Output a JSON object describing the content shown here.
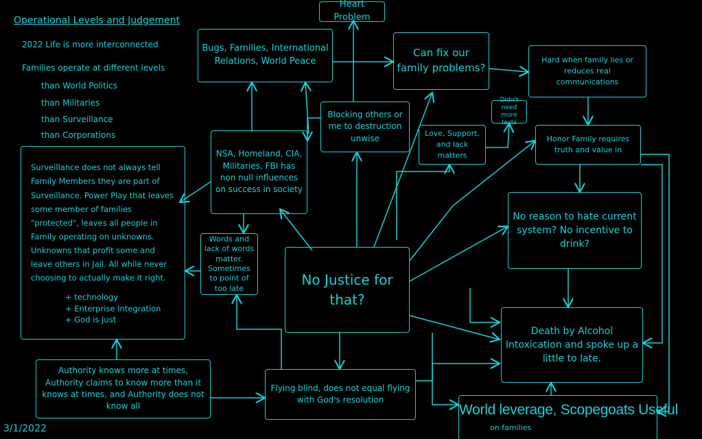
{
  "accent_color": "#19d4d8",
  "notes": {
    "title": "Operational Levels and Judgement",
    "line1": "2022 Life is more interconnected",
    "line2": "Families operate at different levels",
    "items": [
      "than World Politics",
      "than Militaries",
      "than Surveillance",
      "than Corporations"
    ]
  },
  "date": "3/1/2022",
  "nodes": {
    "heart": "Heart Problem",
    "bugs": "Bugs, Families, International Relations, World Peace",
    "canfix": "Can fix our family problems?",
    "hard": "Hard when family lies or reduces real communications",
    "blocking": "Blocking others or me to destruction unwise",
    "didnt": "Didn't need more tests",
    "love": "Love, Support, and lack matters",
    "honor": "Honor Family requires truth and value in",
    "nsa": "NSA, Homeland, CIA, Militaries, FBI has non null influences on success in society",
    "surveillance": "Surveillance does not always tell Family Members they are part of Surveillance. Power Play that leaves some member of families \"protected\", leaves all people in Family operating on unknowns. Unknowns that profit some and leave others in Jail. All while never choosing to actually make it right.",
    "surveillance_list": [
      "+ technology",
      "+ Enterprise Integration",
      "+ God is Just"
    ],
    "words": "Words and lack of words matter. Sometimes to point of too late",
    "justice": "No Justice for that?",
    "noreason": "No reason to hate current system? No incentive to drink?",
    "death": "Death by Alcohol Intoxication and spoke up a little to late.",
    "authority": "Authority knows more at times, Authority claims to know more than it knows at times, and Authority does not know all",
    "flying": "Flying blind, does not equal flying with God's resolution",
    "world": "World leverage, Scopegoats Useful",
    "world_sub": "on families"
  }
}
